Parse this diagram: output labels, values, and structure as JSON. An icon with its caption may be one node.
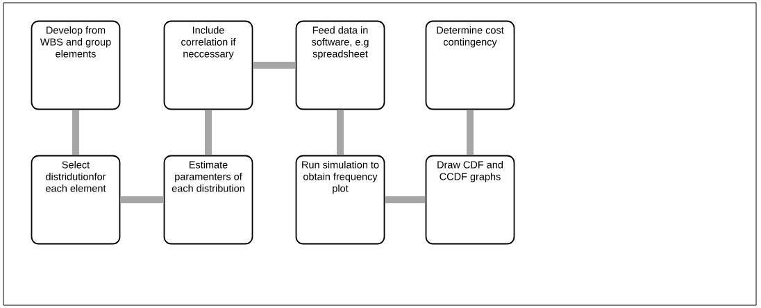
{
  "diagram": {
    "nodes": [
      {
        "text": [
          "Develop from WBS and group elements"
        ]
      },
      {
        "text": [
          "Include correlation if neccessary"
        ]
      },
      {
        "text": [
          "Feed data in software, e.g spreadsheet"
        ]
      },
      {
        "text": [
          "Determine cost contingency"
        ]
      },
      {
        "text": [
          "Select distridutionfor each element"
        ]
      },
      {
        "text": [
          "Estimate paramenters of each distribution"
        ]
      },
      {
        "text": [
          "Run simulation to obtain frequency plot"
        ]
      },
      {
        "text": [
          "Draw CDF and CCDF graphs"
        ]
      }
    ],
    "edges": [
      {
        "from": 0,
        "to": 4,
        "arrow": "none"
      },
      {
        "from": 4,
        "to": 5,
        "arrow": "none"
      },
      {
        "from": 5,
        "to": 1,
        "arrow": "none"
      },
      {
        "from": 1,
        "to": 2,
        "arrow": "none"
      },
      {
        "from": 2,
        "to": 6,
        "arrow": "none"
      },
      {
        "from": 6,
        "to": 7,
        "arrow": "none"
      },
      {
        "from": 7,
        "to": 3,
        "arrow": "none"
      }
    ]
  }
}
